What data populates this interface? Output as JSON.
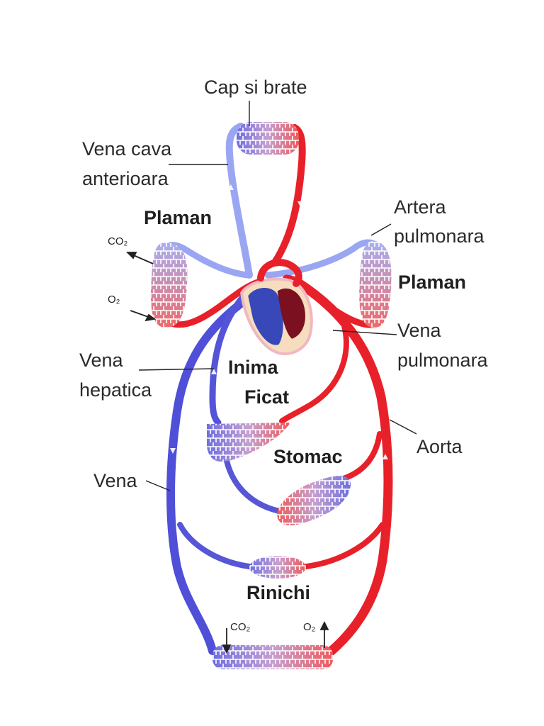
{
  "labels": {
    "head_arms": "Cap si brate",
    "anterior_vena_cava_1": "Vena cava",
    "anterior_vena_cava_2": "anterioara",
    "lung_left": "Plaman",
    "pulmonary_artery_1": "Artera",
    "pulmonary_artery_2": "pulmonara",
    "lung_right": "Plaman",
    "pulmonary_vein_1": "Vena",
    "pulmonary_vein_2": "pulmonara",
    "hepatic_vein_1": "Vena",
    "hepatic_vein_2": "hepatica",
    "heart": "Inima",
    "liver": "Ficat",
    "aorta": "Aorta",
    "stomach": "Stomac",
    "vein": "Vena",
    "kidneys": "Rinichi"
  },
  "gases": {
    "co2_lung": "CO₂",
    "o2_lung": "O₂",
    "co2_body": "CO₂",
    "o2_body": "O₂"
  },
  "colors": {
    "oxygenated": "#e8202a",
    "deoxygenated": "#5050d8",
    "pulmonary_blue": "#8c9cf2",
    "heart_left": "#3848b8",
    "heart_right": "#7a1020"
  }
}
